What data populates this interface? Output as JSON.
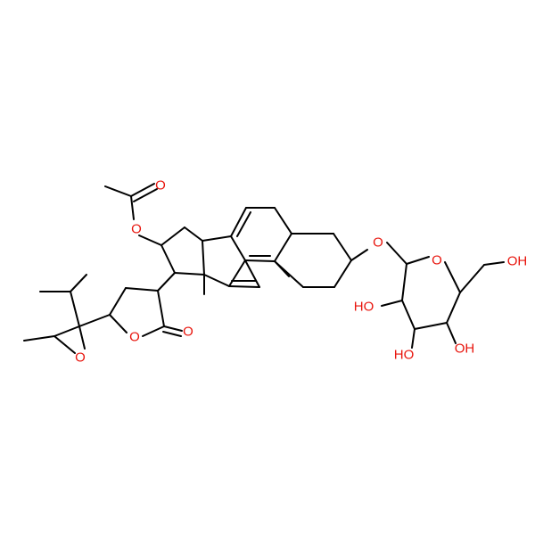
{
  "colors": {
    "background": "#ffffff",
    "bond": "#000000",
    "oxygen": "#e8140c"
  },
  "atom_labels": {
    "o_ester": "O",
    "o_carbonyl_ester": "O",
    "o_glycoside": "O",
    "o_ring_sugar": "O",
    "oh_ch2": "OH",
    "oh_2": "HO",
    "oh_3": "HO",
    "oh_4": "OH",
    "o_lactone_ring": "O",
    "o_lactone_carbonyl": "O",
    "o_epoxide": "O"
  }
}
